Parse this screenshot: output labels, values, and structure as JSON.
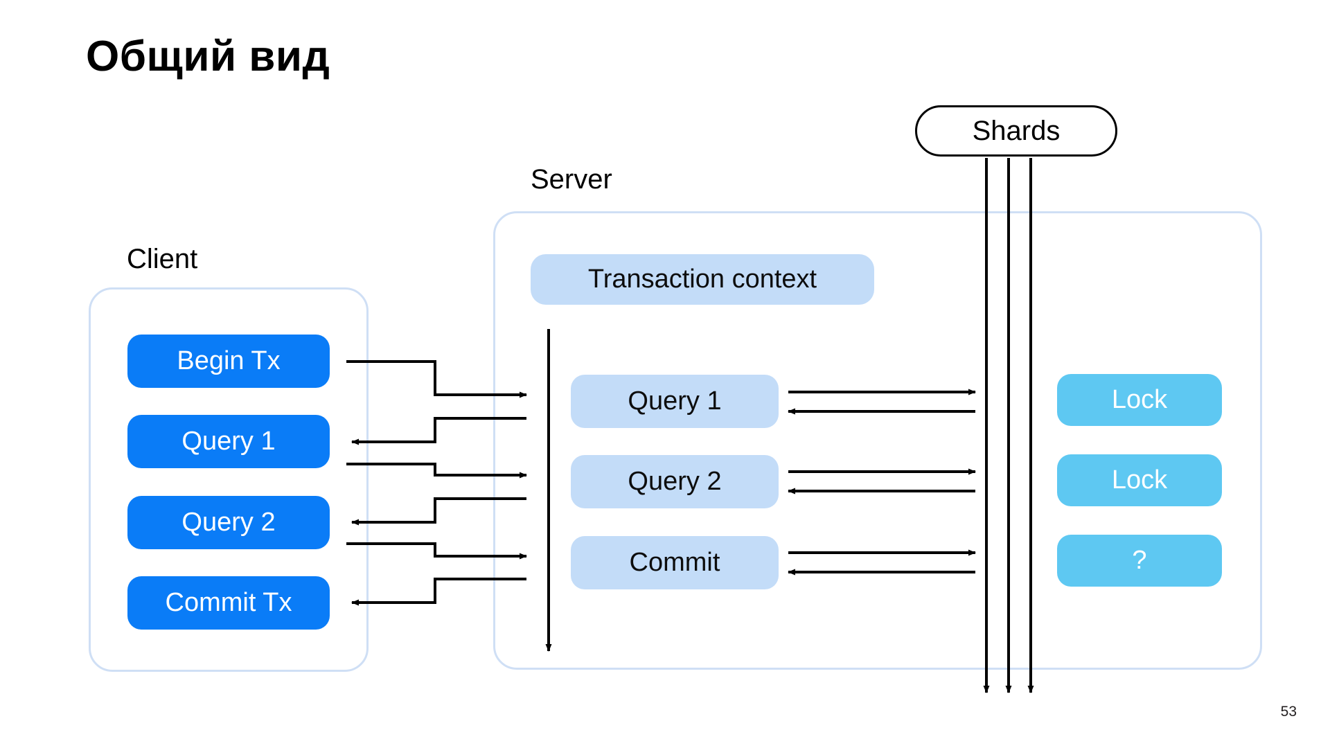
{
  "slide": {
    "title": "Общий вид",
    "page_number": "53",
    "background_color": "#ffffff"
  },
  "colors": {
    "client_box": "#0a7cf7",
    "client_box_text": "#ffffff",
    "server_box": "#c3dcf8",
    "server_box_text": "#0d0d0d",
    "shard_box": "#5ec8f2",
    "shard_box_text": "#ffffff",
    "panel_border": "#cfdff5",
    "arrow": "#000000",
    "title_text": "#000000"
  },
  "captions": {
    "client": "Client",
    "server": "Server"
  },
  "shards": {
    "label": "Shards",
    "lane_count": 3,
    "boxes": [
      {
        "label": "Lock"
      },
      {
        "label": "Lock"
      },
      {
        "label": "?"
      }
    ]
  },
  "client": {
    "steps": [
      {
        "label": "Begin Tx"
      },
      {
        "label": "Query 1"
      },
      {
        "label": "Query 2"
      },
      {
        "label": "Commit Tx"
      }
    ]
  },
  "server": {
    "context_label": "Transaction context",
    "steps": [
      {
        "label": "Query 1"
      },
      {
        "label": "Query 2"
      },
      {
        "label": "Commit"
      }
    ]
  },
  "flows": {
    "client_to_server": [
      {
        "from": "Begin Tx",
        "direction": "request"
      },
      {
        "from": "Query 1",
        "direction": "response"
      },
      {
        "from": "Query 1",
        "direction": "request"
      },
      {
        "from": "Query 2",
        "direction": "response"
      },
      {
        "from": "Query 2",
        "direction": "request"
      },
      {
        "from": "Commit Tx",
        "direction": "response"
      }
    ],
    "server_to_shards": [
      {
        "from": "Query 1",
        "direction": "request"
      },
      {
        "from": "Query 1",
        "direction": "response"
      },
      {
        "from": "Query 2",
        "direction": "request"
      },
      {
        "from": "Query 2",
        "direction": "response"
      },
      {
        "from": "Commit",
        "direction": "request"
      },
      {
        "from": "Commit",
        "direction": "response"
      }
    ]
  }
}
